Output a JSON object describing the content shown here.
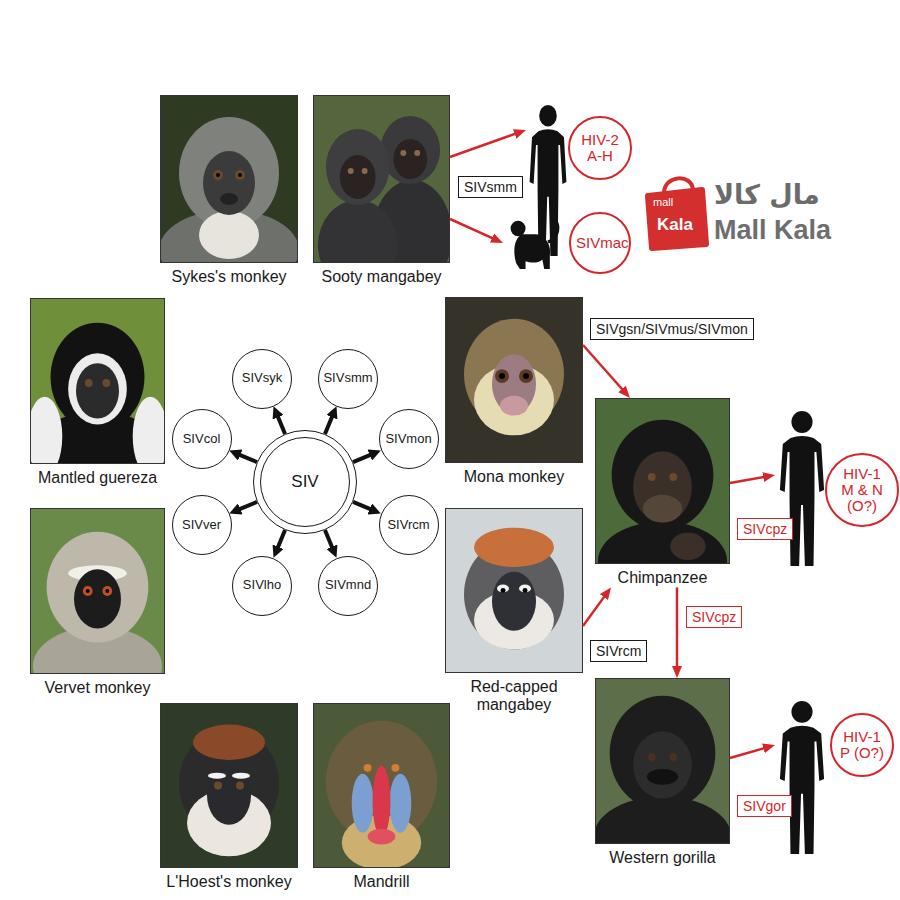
{
  "diagram": {
    "nodes": [
      {
        "text": [
          "Sykes's monkey"
        ]
      },
      {
        "text": [
          "Sooty mangabey"
        ]
      },
      {
        "text": [
          "HIV-2 A-H"
        ]
      },
      {
        "text": [
          "SIVmac"
        ]
      },
      {
        "text": [
          "Mantled guereza"
        ]
      },
      {
        "text": [
          "Mona monkey"
        ]
      },
      {
        "text": [
          "SIV"
        ]
      },
      {
        "text": [
          "SIVsyk"
        ]
      },
      {
        "text": [
          "SIVsmm"
        ]
      },
      {
        "text": [
          "SIVmon"
        ]
      },
      {
        "text": [
          "SIVrcm"
        ]
      },
      {
        "text": [
          "SIVmnd"
        ]
      },
      {
        "text": [
          "SIVlho"
        ]
      },
      {
        "text": [
          "SIVver"
        ]
      },
      {
        "text": [
          "SIVcol"
        ]
      },
      {
        "text": [
          "Chimpanzee"
        ]
      },
      {
        "text": [
          "HIV-1 M & N (O?)"
        ]
      },
      {
        "text": [
          "Vervet monkey"
        ]
      },
      {
        "text": [
          "Red-capped mangabey"
        ]
      },
      {
        "text": [
          "L'Hoest's monkey"
        ]
      },
      {
        "text": [
          "Mandrill"
        ]
      },
      {
        "text": [
          "Western gorilla"
        ]
      },
      {
        "text": [
          "HIV-1 P (O?)"
        ]
      }
    ],
    "edges": [
      {
        "from": 1,
        "to": 2,
        "arrow": "to",
        "label": "SIVsmm"
      },
      {
        "from": 1,
        "to": 3,
        "arrow": "to"
      },
      {
        "from": 5,
        "to": 15,
        "arrow": "to",
        "label": "SIVgsn/SIVmus/SIVmon"
      },
      {
        "from": 18,
        "to": 15,
        "arrow": "to",
        "label": "SIVrcm"
      },
      {
        "from": 15,
        "to": 16,
        "arrow": "to",
        "label": "SIVcpz"
      },
      {
        "from": 15,
        "to": 21,
        "arrow": "to",
        "label": "SIVcpz"
      },
      {
        "from": 21,
        "to": 22,
        "arrow": "to",
        "label": "SIVgor"
      },
      {
        "from": 6,
        "to": 7,
        "arrow": "to"
      },
      {
        "from": 6,
        "to": 8,
        "arrow": "to"
      },
      {
        "from": 6,
        "to": 9,
        "arrow": "to"
      },
      {
        "from": 6,
        "to": 10,
        "arrow": "to"
      },
      {
        "from": 6,
        "to": 11,
        "arrow": "to"
      },
      {
        "from": 6,
        "to": 12,
        "arrow": "to"
      },
      {
        "from": 6,
        "to": 13,
        "arrow": "to"
      },
      {
        "from": 6,
        "to": 14,
        "arrow": "to"
      }
    ],
    "labels": [
      "mall",
      "Kala",
      "مال کالا",
      "Mall Kala"
    ]
  }
}
